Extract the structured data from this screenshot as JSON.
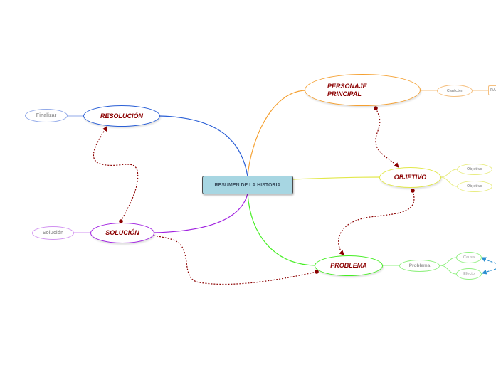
{
  "center": {
    "label": "RESUMEN DE LA HISTORIA"
  },
  "branches": {
    "personaje": {
      "label": "PERSONAJE PRINCIPAL",
      "color": "#f5a030"
    },
    "objetivo": {
      "label": "OBJETIVO",
      "color": "#e2e84a"
    },
    "problema": {
      "label": "PROBLEMA",
      "color": "#44ee22"
    },
    "solucion": {
      "label": "SOLUCIÓN",
      "color": "#a020e0"
    },
    "resolucion": {
      "label": "RESOLUCIÓN",
      "color": "#2a5fd6"
    }
  },
  "subtopics": {
    "caracter": "Carácter",
    "rasgo": "RA",
    "objetivo_1": "Objetivo",
    "objetivo_2": "Objetivo",
    "problema": "Problema",
    "causa": "Causa",
    "efecto": "Efecto",
    "solucion": "Solución",
    "finalizar": "Finalizar"
  },
  "connector_colors": {
    "relationship": "#8b0000",
    "side_arrow": "#2a8fd0"
  }
}
